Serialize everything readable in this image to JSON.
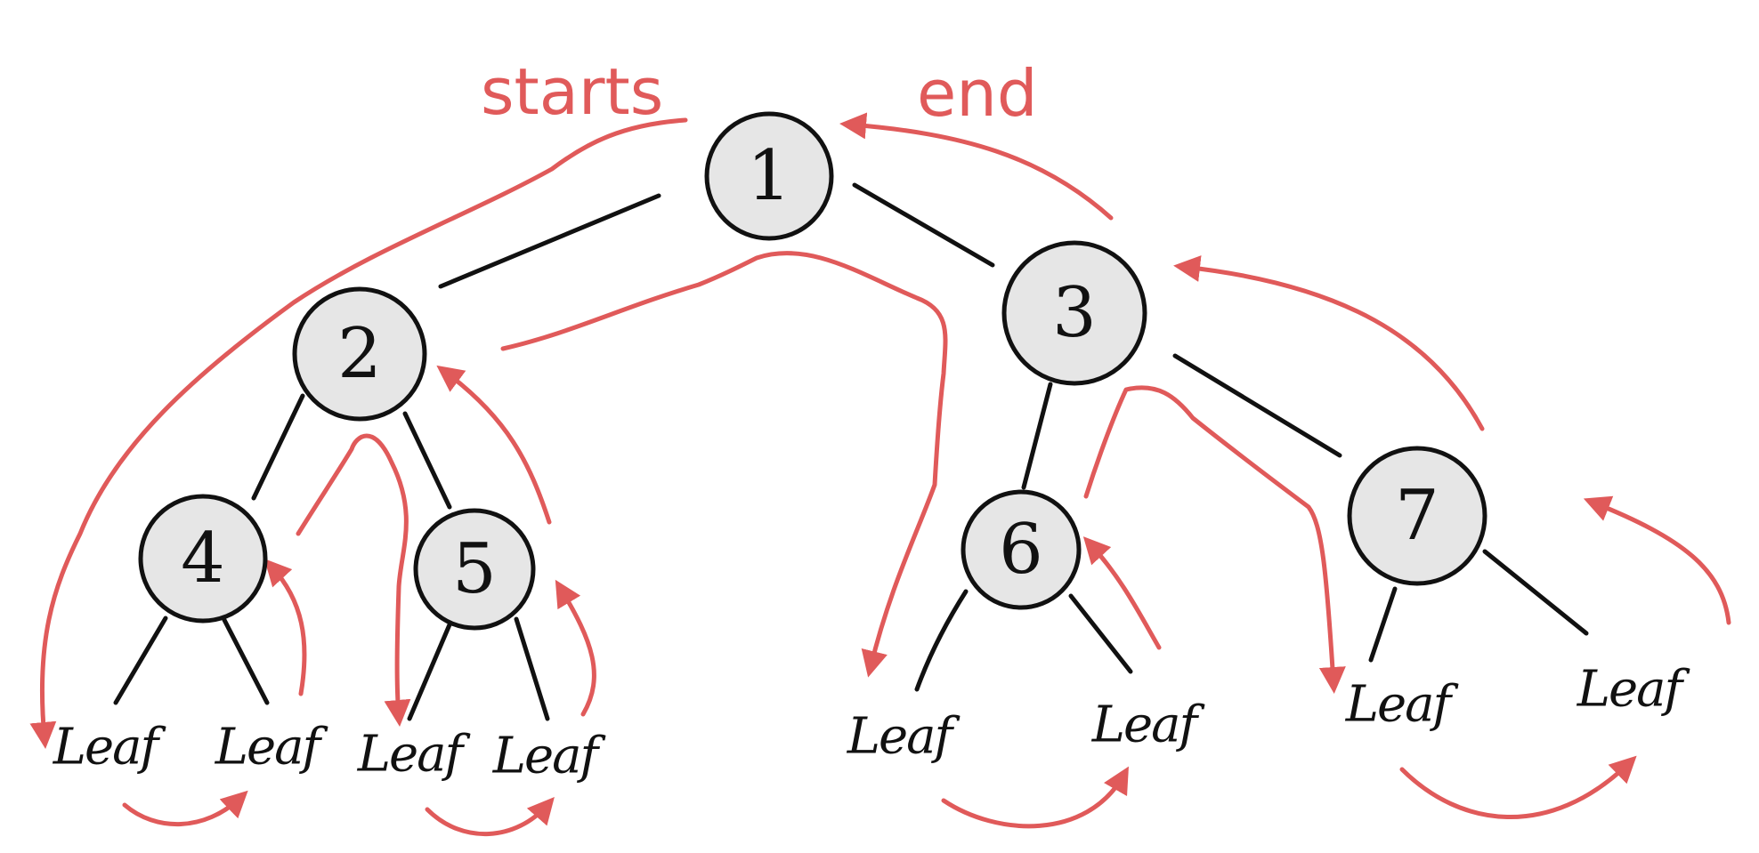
{
  "colors": {
    "ink": "#111111",
    "node_fill": "#e6e6e6",
    "traversal": "#e05a5a"
  },
  "annotations": {
    "start": "starts",
    "end": "end"
  },
  "nodes": [
    {
      "id": "n1",
      "label": "1"
    },
    {
      "id": "n2",
      "label": "2"
    },
    {
      "id": "n3",
      "label": "3"
    },
    {
      "id": "n4",
      "label": "4"
    },
    {
      "id": "n5",
      "label": "5"
    },
    {
      "id": "n6",
      "label": "6"
    },
    {
      "id": "n7",
      "label": "7"
    }
  ],
  "leaves": [
    {
      "id": "leaf-4a",
      "label": "Leaf"
    },
    {
      "id": "leaf-4b",
      "label": "Leaf"
    },
    {
      "id": "leaf-5a",
      "label": "Leaf"
    },
    {
      "id": "leaf-5b",
      "label": "Leaf"
    },
    {
      "id": "leaf-6a",
      "label": "Leaf"
    },
    {
      "id": "leaf-6b",
      "label": "Leaf"
    },
    {
      "id": "leaf-7a",
      "label": "Leaf"
    },
    {
      "id": "leaf-7b",
      "label": "Leaf"
    }
  ]
}
